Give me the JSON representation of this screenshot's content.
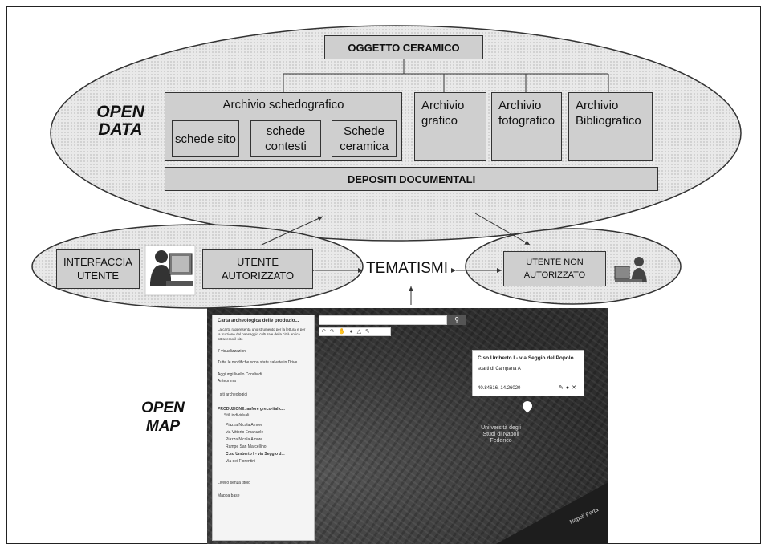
{
  "diagram": {
    "top_box": "OGGETTO CERAMICO",
    "archivio_schedografico": "Archivio schedografico",
    "schede": [
      "schede sito",
      "schede contesti",
      "Schede ceramica"
    ],
    "archivi": [
      "Archivio grafico",
      "Archivio fotografico",
      "Archivio Bibliografico"
    ],
    "depositi": "DEPOSITI DOCUMENTALI",
    "open_data": "OPEN DATA",
    "open_map": "OPEN MAP",
    "interfaccia": "INTERFACCIA UTENTE",
    "utente_autorizzato": "UTENTE AUTORIZZATO",
    "tematismi": "TEMATISMI",
    "utente_non_autorizzato": "UTENTE NON AUTORIZZATO"
  },
  "map": {
    "panel_title": "Carta archeologica delle produzio...",
    "panel_desc": "La carta rappresenta uno strumento per la lettura e per la fruizione del paesaggio culturale della città antica attraverso il sito",
    "views": "7 visualizzazioni",
    "saved": "Tutte le modifiche sono state salvate in Drive",
    "actions": "Aggiungi livello   Condividi",
    "preview": "Anteprima",
    "layer1": "I siti archeologici",
    "layer2": "PRODUZIONE: anfore greco-italic...",
    "layer2_style": "Stili individuali",
    "places": [
      "Piazza Nicola Amore",
      "via Vittorio Emanuele",
      "Piazza Nicola Amore",
      "Rampe San Marcellino",
      "C.so Umberto I - via Seggio d...",
      "Via dei Fiorentini"
    ],
    "layer3": "Livello senza titolo",
    "basemap": "Mappa base",
    "popup_title": "C.so Umberto I - via Seggio del Popolo",
    "popup_sub": "scarti di Campana A",
    "popup_coords": "40.84616, 14.26020",
    "map_label_1": "Uni versità degli Studi di Napoli Federico",
    "map_label_2": "Napoli Porta"
  }
}
